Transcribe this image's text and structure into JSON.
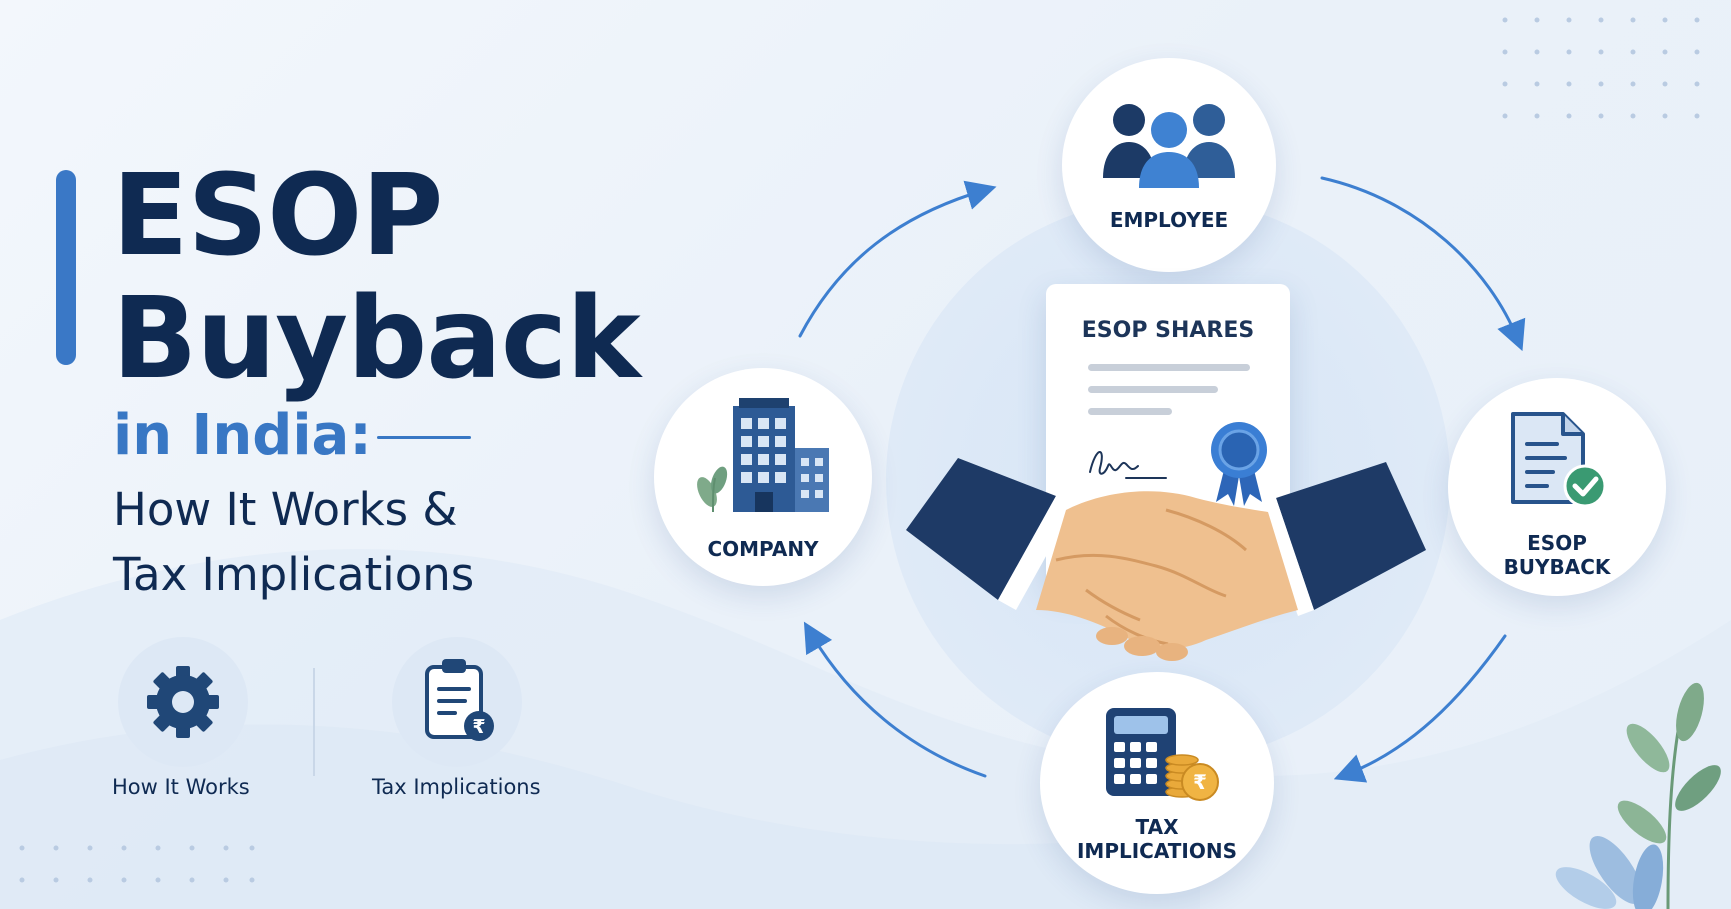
{
  "hero": {
    "title_line1": "ESOP",
    "title_line2": "Buyback",
    "subtitle": "in India:",
    "tagline_line1": "How It Works &",
    "tagline_line2": "Tax Implications"
  },
  "features": [
    {
      "label": "How It Works",
      "icon": "gear-icon"
    },
    {
      "label": "Tax Implications",
      "icon": "clipboard-rupee-icon"
    }
  ],
  "cycle": {
    "employee": {
      "label": "EMPLOYEE",
      "icon": "people-icon"
    },
    "company": {
      "label": "COMPANY",
      "icon": "building-icon"
    },
    "buyback": {
      "label_line1": "ESOP",
      "label_line2": "BUYBACK",
      "icon": "document-check-icon"
    },
    "tax": {
      "label_line1": "TAX",
      "label_line2": "IMPLICATIONS",
      "icon": "calculator-coins-icon"
    }
  },
  "document": {
    "title": "ESOP SHARES",
    "icons": [
      "signature-icon",
      "award-ribbon-icon"
    ]
  },
  "center_icon": "handshake-icon",
  "colors": {
    "navy": "#0f2a52",
    "accent_blue": "#3877c4",
    "mid_blue": "#3d7fd0",
    "light_bg": "#eef3fa",
    "check_green": "#3a9a72",
    "coin_gold": "#e9a93a",
    "leaf_green": "#6a9a78"
  }
}
